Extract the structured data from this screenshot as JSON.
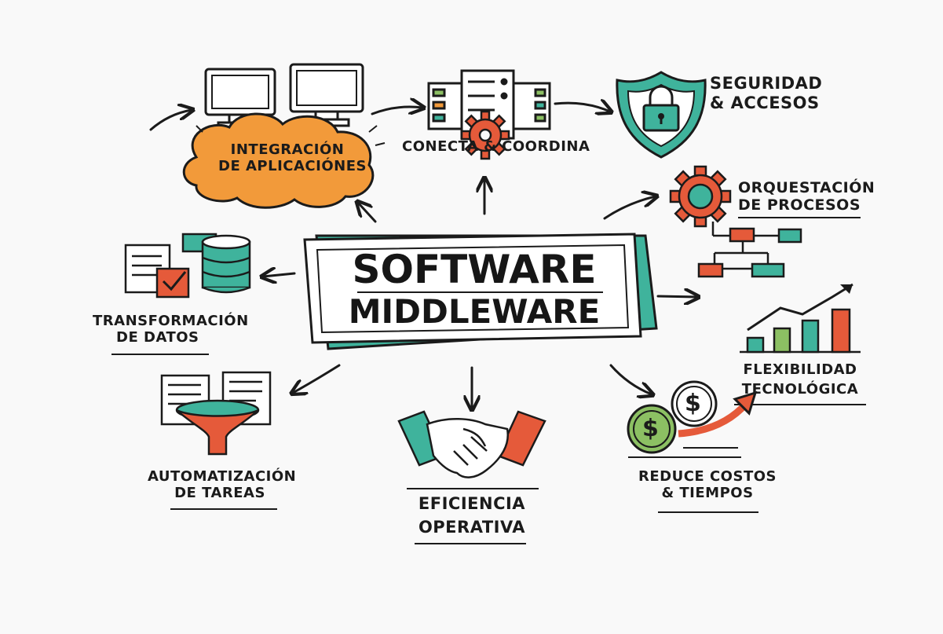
{
  "center": {
    "line1": "SOFTWARE",
    "line2": "MIDDLEWARE"
  },
  "nodes": {
    "integracion": {
      "line1": "INTEGRACIÓN",
      "line2": "DE APLICACIÓNES"
    },
    "conecta": {
      "text": "CONECTA & COORDINA"
    },
    "seguridad": {
      "line1": "SEGURIDAD",
      "line2": "& ACCESOS"
    },
    "orquestacion": {
      "line1": "ORQUESTACIÓN",
      "line2": "DE PROCESOS"
    },
    "transformacion": {
      "line1": "TRANSFORMACIÓN",
      "line2": "DE DATOS"
    },
    "flexibilidad": {
      "line1": "FLEXIBILIDAD",
      "line2": "TECNOLÓGICA"
    },
    "automatizacion": {
      "line1": "AUTOMATIZACIÓN",
      "line2": "DE TAREAS"
    },
    "eficiencia": {
      "line1": "EFICIENCIA",
      "line2": "OPERATIVA"
    },
    "reduce": {
      "line1": "REDUCE COSTOS",
      "line2": "& TIEMPOS"
    }
  },
  "icon_symbols": {
    "dollar": "$"
  },
  "colors": {
    "teal": "#3fb39c",
    "teal_dark": "#24806e",
    "orange": "#f29a3a",
    "red": "#e55a3a",
    "green": "#8cc063",
    "ink": "#1b1b1b"
  }
}
